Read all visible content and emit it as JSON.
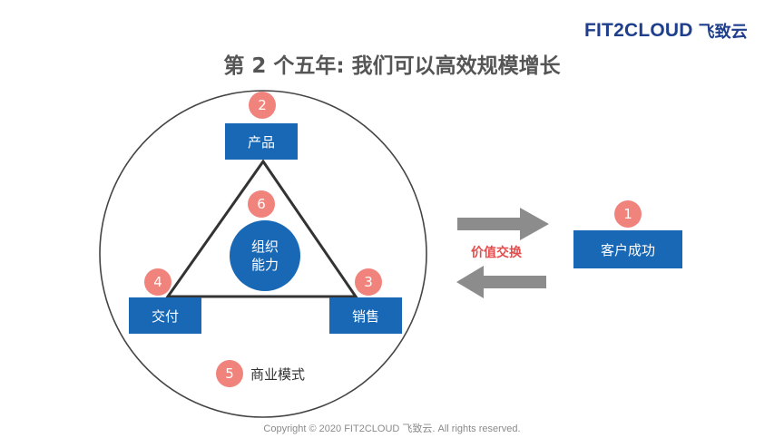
{
  "header": {
    "logo_en": "FIT2CLOUD",
    "logo_cn": "飞致云",
    "title": "第 2 个五年: 我们可以高效规模增长"
  },
  "diagram": {
    "boxes": {
      "product": "产品",
      "delivery": "交付",
      "sales": "销售",
      "customer_success": "客户成功"
    },
    "core": {
      "line1": "组织",
      "line2": "能力"
    },
    "business_model": "商业模式",
    "value_exchange": "价值交换",
    "badges": {
      "customer_success": "1",
      "product": "2",
      "sales": "3",
      "delivery": "4",
      "business_model": "5",
      "core": "6"
    }
  },
  "colors": {
    "blue": "#1968b6",
    "badge": "#f0837c",
    "arrow": "#8c8c8c",
    "accent_red": "#e44d4d",
    "logo": "#1f3f8c"
  },
  "footer": {
    "copyright": "Copyright © 2020 FIT2CLOUD 飞致云. All rights reserved."
  }
}
